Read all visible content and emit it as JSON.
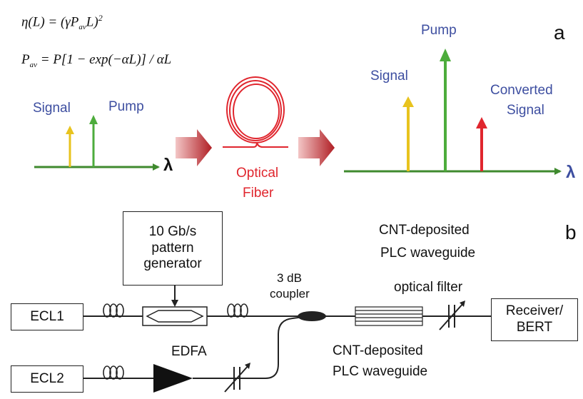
{
  "panel_a": {
    "equation_1": "η(L) = (γP",
    "equation_1_sub": "av",
    "equation_1_end": "L)",
    "equation_1_sup": "2",
    "equation_2_lhs": "P",
    "equation_2_lhs_sub": "av",
    "equation_2_rhs": " = P[1 − exp(−αL)] / αL",
    "input_spectrum": {
      "signal_label": "Signal",
      "pump_label": "Pump",
      "axis_label": "λ"
    },
    "fiber_label_line1": "Optical",
    "fiber_label_line2": "Fiber",
    "output_spectrum": {
      "signal_label": "Signal",
      "pump_label": "Pump",
      "converted_label_line1": "Converted",
      "converted_label_line2": "Signal",
      "axis_label": "λ"
    },
    "panel_letter": "a",
    "colors": {
      "signal": "#e8c31e",
      "pump": "#4dac3c",
      "converted": "#e0262e",
      "axis": "#3f8a2e",
      "label_blue": "#3d4ea0",
      "fiber": "#e0262e"
    }
  },
  "panel_b": {
    "panel_letter": "b",
    "pattern_generator_line1": "10 Gb/s",
    "pattern_generator_line2": "pattern",
    "pattern_generator_line3": "generator",
    "cnt_top_line1": "CNT-deposited",
    "cnt_top_line2": "PLC waveguide",
    "coupler_line1": "3 dB",
    "coupler_line2": "coupler",
    "optical_filter": "optical filter",
    "ecl1": "ECL1",
    "ecl2": "ECL2",
    "edfa": "EDFA",
    "receiver_line1": "Receiver/",
    "receiver_line2": "BERT",
    "cnt_bottom_line1": "CNT-deposited",
    "cnt_bottom_line2": "PLC waveguide"
  }
}
